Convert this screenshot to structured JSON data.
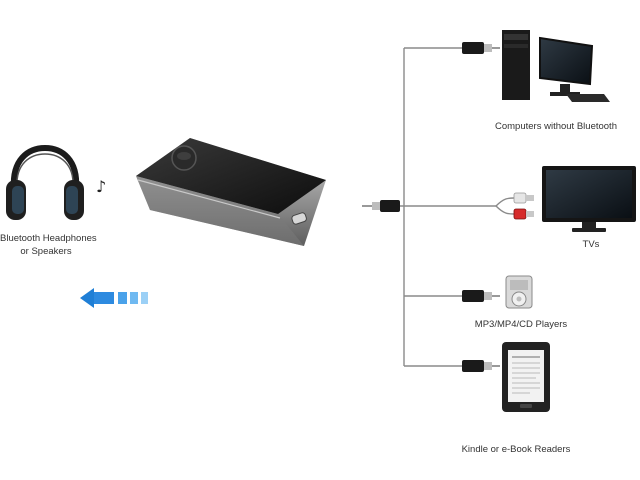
{
  "source": {
    "label_line1": "Bluetooth Headphones",
    "label_line2": "or Speakers",
    "note_glyph": "♪"
  },
  "targets": [
    {
      "id": "computer",
      "label": "Computers without Bluetooth",
      "icon": "desktop-computer-icon"
    },
    {
      "id": "tv",
      "label": "TVs",
      "icon": "tv-icon"
    },
    {
      "id": "mp3",
      "label": "MP3/MP4/CD Players",
      "icon": "mp3-player-icon"
    },
    {
      "id": "kindle",
      "label": "Kindle or e-Book Readers",
      "icon": "ebook-reader-icon"
    }
  ],
  "colors": {
    "wire": "#8a8a8a",
    "device_body": "#1c1c1c",
    "device_shell": "#9a9a9a",
    "arrow_blue": "#2f8fdc"
  }
}
